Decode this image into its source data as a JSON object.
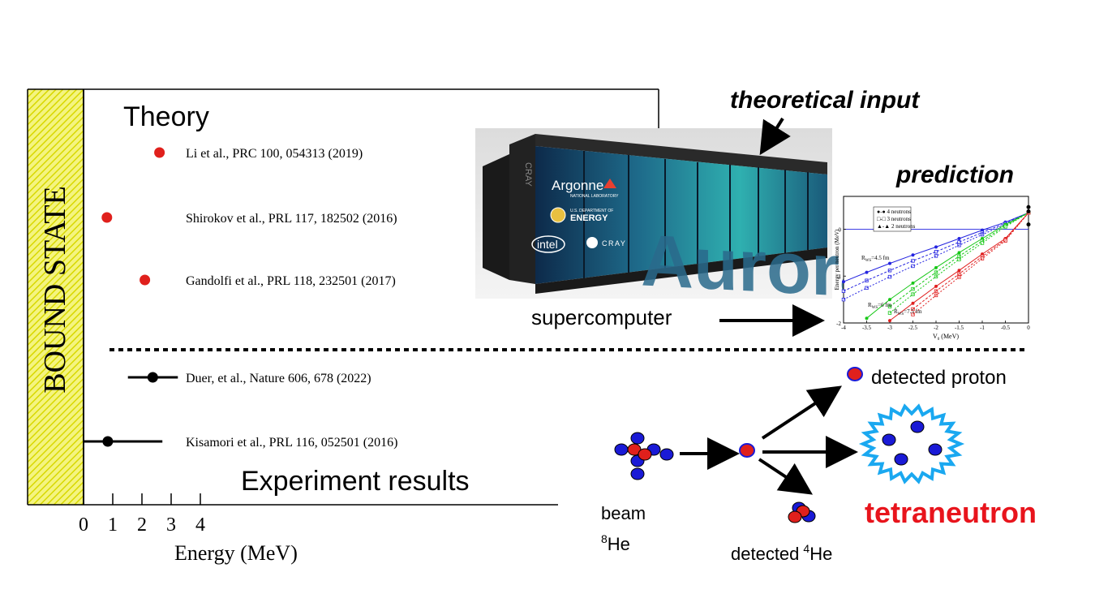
{
  "bound_state_label": "BOUND STATE",
  "theory_label": "Theory",
  "experiment_label": "Experiment results",
  "theoretical_input_label": "theoretical input",
  "prediction_label": "prediction",
  "supercomputer_label": "supercomputer",
  "machine": {
    "name": "Aurora",
    "logos": [
      "Argonne",
      "NATIONAL LABORATORY",
      "U.S. DEPARTMENT OF",
      "ENERGY",
      "intel",
      "CRAY"
    ],
    "side_text": "CRAY"
  },
  "reaction": {
    "beam_label": "beam",
    "beam_nucleus": "He",
    "beam_mass": "8",
    "detected_proton_label": "detected proton",
    "detected_he_label": "detected",
    "detected_he_mass": "4",
    "detected_he_nucleus": "He",
    "product_label": "tetraneutron"
  },
  "colors": {
    "hatch": "#e8e800",
    "theory_point": "#e0201c",
    "experiment_point": "#000000",
    "proton": "#e0201c",
    "neutron": "#1a1ad6",
    "tetraneutron_burst": "#1aa8f0",
    "tetraneutron_text": "#e8141c"
  },
  "chart_data": {
    "type": "scatter",
    "xlabel": "Energy (MeV)",
    "xticks": [
      "0",
      "1",
      "2",
      "3",
      "4"
    ],
    "series": [
      {
        "name": "Theory",
        "points": [
          {
            "label": "Li et al., PRC 100, 054313 (2019)",
            "x": 2.6
          },
          {
            "label": "Shirokov et al., PRL 117, 182502 (2016)",
            "x": 0.8
          },
          {
            "label": "Gandolfi et al., PRL 118, 232501 (2017)",
            "x": 2.1
          }
        ]
      },
      {
        "name": "Experiment results",
        "points": [
          {
            "label": "Duer, et al., Nature 606, 678 (2022)",
            "x": 2.37,
            "err_low": 0.85,
            "err_high": 0.86
          },
          {
            "label": "Kisamori et al., PRL 116, 052501 (2016)",
            "x": 0.83,
            "err_low": 0.83,
            "err_high": 1.87
          }
        ]
      }
    ]
  },
  "inset_chart": {
    "type": "line",
    "ylabel": "Energy per neutron (MeV)",
    "xlabel": "V",
    "xlabel_sub": "0",
    "xlabel_unit": " (MeV)",
    "xticks": [
      "-4",
      "-3.5",
      "-3",
      "-2.5",
      "-2",
      "-1.5",
      "-1",
      "-0.5",
      "0"
    ],
    "yticks": [
      "0",
      "-1",
      "-2"
    ],
    "xlim": [
      -4,
      0
    ],
    "ylim": [
      -2,
      0.7
    ],
    "legend": [
      "4 neutrons",
      "3 neutrons",
      "2 neutrons"
    ],
    "annotations": [
      {
        "text": "R",
        "sub": "WS",
        "rest": "=4.5 fm"
      },
      {
        "text": "R",
        "sub": "WS",
        "rest": "=6 fm"
      },
      {
        "text": "R",
        "sub": "WS",
        "rest": "=7.5 fm"
      }
    ],
    "series": [
      {
        "name": "Rws=4.5 fm",
        "color": "#2424e0",
        "x": [
          -4,
          -3.5,
          -3,
          -2.5,
          -2,
          -1.5,
          -1,
          -0.5,
          0
        ],
        "y": [
          -1.12,
          -0.92,
          -0.73,
          -0.55,
          -0.38,
          -0.2,
          -0.02,
          0.15,
          0.35
        ]
      },
      {
        "name": "Rws=6 fm",
        "color": "#18c818",
        "x": [
          -3.5,
          -3,
          -2.5,
          -2,
          -1.5,
          -1,
          -0.5,
          0
        ],
        "y": [
          -1.9,
          -1.5,
          -1.15,
          -0.82,
          -0.5,
          -0.2,
          0.1,
          0.35
        ]
      },
      {
        "name": "Rws=7.5 fm",
        "color": "#e02020",
        "x": [
          -3,
          -2.5,
          -2,
          -1.5,
          -1,
          -0.5,
          0
        ],
        "y": [
          -1.95,
          -1.58,
          -1.22,
          -0.88,
          -0.53,
          -0.2,
          0.35
        ]
      }
    ]
  }
}
